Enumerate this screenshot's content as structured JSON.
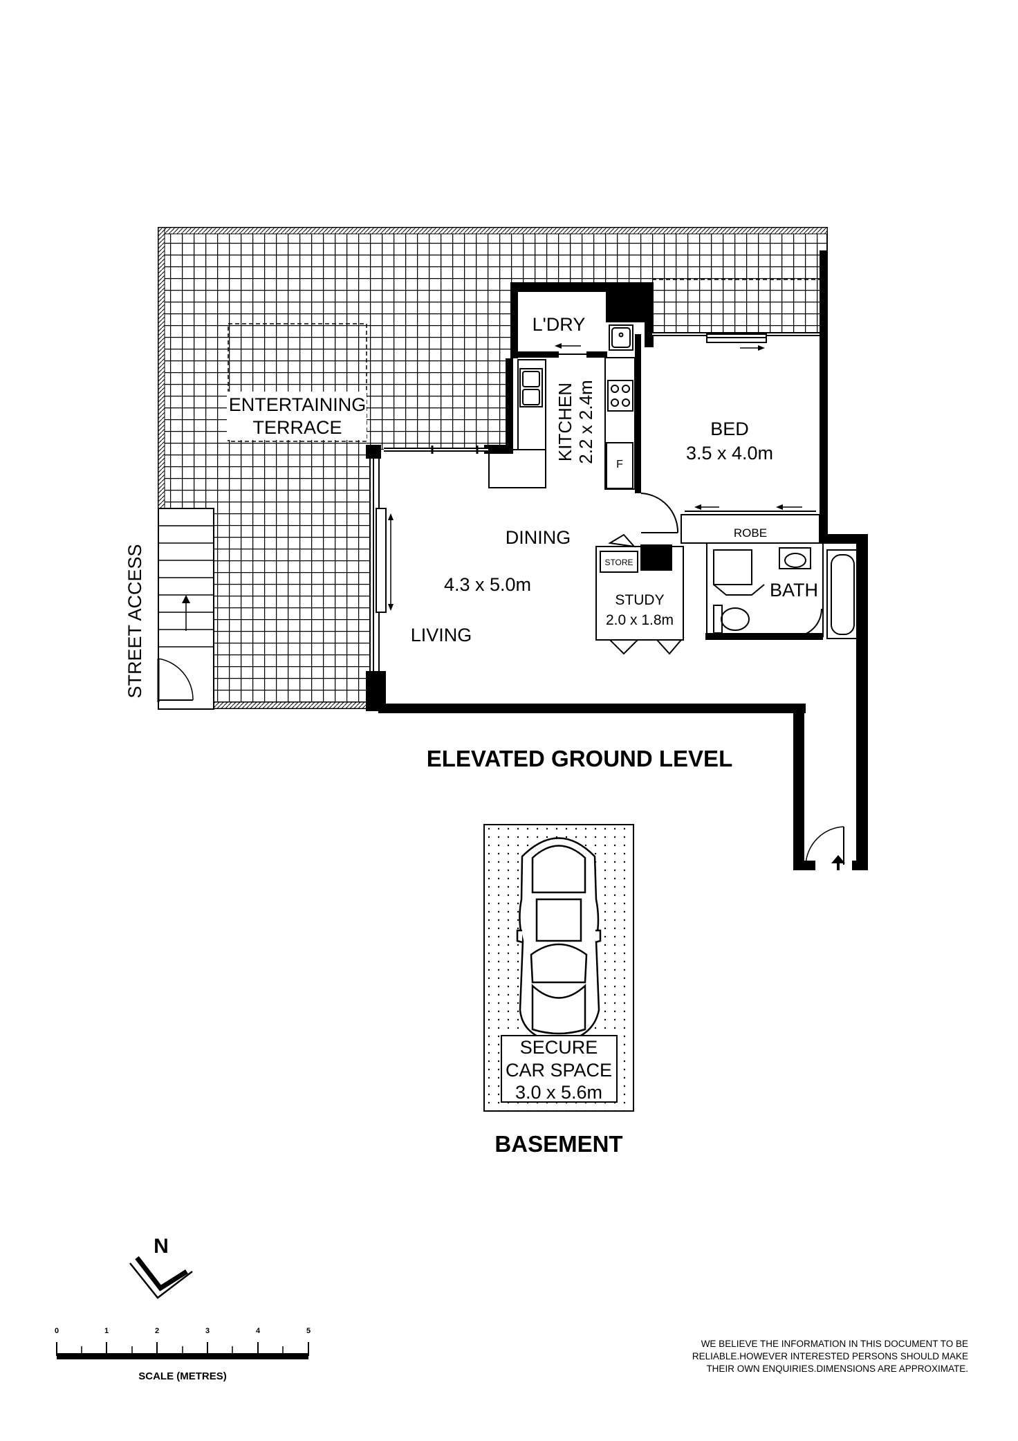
{
  "terrace": {
    "line1": "ENTERTAINING",
    "line2": "TERRACE"
  },
  "street_access": "STREET ACCESS",
  "laundry": "L'DRY",
  "kitchen": {
    "name": "KITCHEN",
    "size": "2.2 x 2.4m",
    "fridge": "F"
  },
  "bed": {
    "name": "BED",
    "size": "3.5 x 4.0m"
  },
  "robe": "ROBE",
  "dining": "DINING",
  "living": {
    "size": "4.3 x 5.0m",
    "name": "LIVING"
  },
  "store": "STORE",
  "study": {
    "name": "STUDY",
    "size": "2.0 x 1.8m"
  },
  "bath": "BATH",
  "level_title": "ELEVATED GROUND LEVEL",
  "car": {
    "line1": "SECURE",
    "line2": "CAR SPACE",
    "line3": "3.0 x 5.6m"
  },
  "basement_title": "BASEMENT",
  "north": "N",
  "scale": {
    "ticks": [
      "0",
      "1",
      "2",
      "3",
      "4",
      "5"
    ],
    "label": "SCALE (METRES)"
  },
  "disclaimer": {
    "line1": "WE BELIEVE THE INFORMATION IN THIS DOCUMENT TO BE",
    "line2": "RELIABLE.HOWEVER INTERESTED PERSONS SHOULD MAKE",
    "line3": "THEIR OWN ENQUIRIES.DIMENSIONS ARE APPROXIMATE."
  }
}
